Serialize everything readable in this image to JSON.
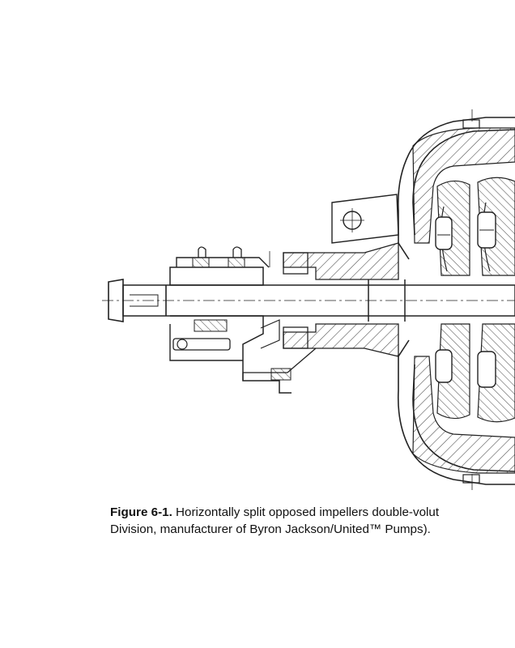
{
  "figure": {
    "label": "Figure 6-1.",
    "caption_line1": "Horizontally split opposed impellers double-volut",
    "caption_line2": "Division, manufacturer of Byron Jackson/United™ Pumps)."
  },
  "colors": {
    "ink": "#222222",
    "hatch": "#555555",
    "background": "#ffffff"
  }
}
